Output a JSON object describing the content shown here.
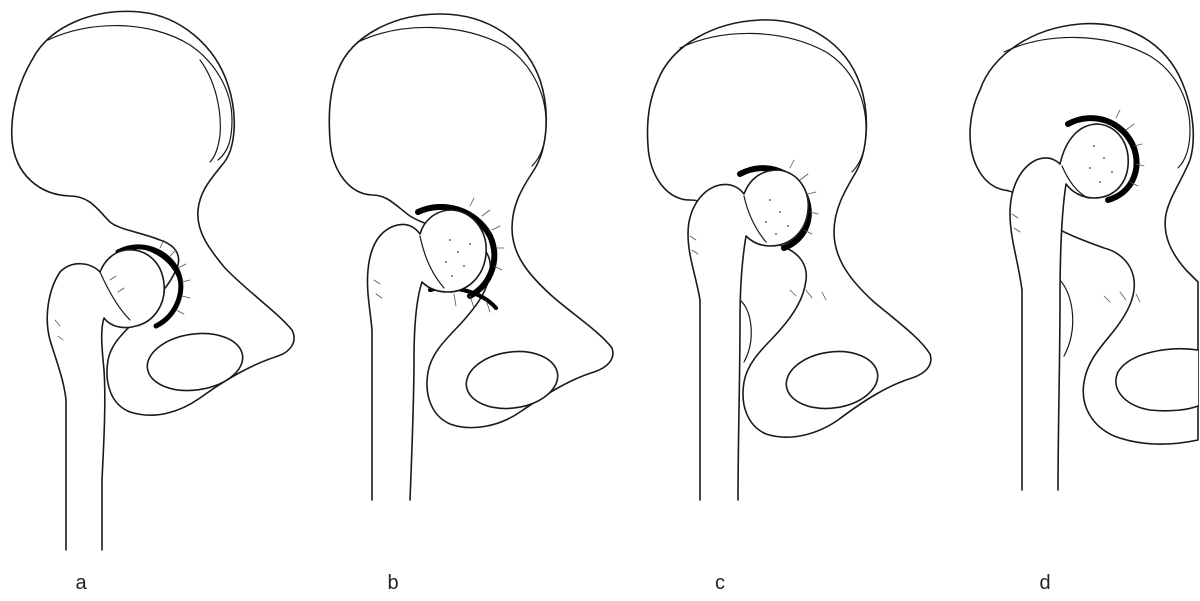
{
  "panels": [
    {
      "id": "a",
      "label": "a"
    },
    {
      "id": "b",
      "label": "b"
    },
    {
      "id": "c",
      "label": "c"
    },
    {
      "id": "d",
      "label": "d"
    }
  ]
}
